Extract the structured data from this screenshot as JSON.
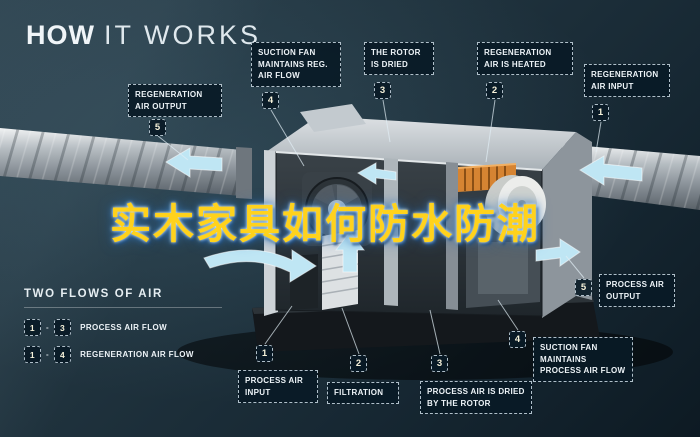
{
  "title": {
    "word_bold": "HOW",
    "word_light": "IT WORKS"
  },
  "watermark": {
    "text": "实木家具如何防水防潮"
  },
  "legend": {
    "title": "TWO FLOWS OF AIR",
    "rows": [
      {
        "from": "1",
        "sep": "-",
        "to": "3",
        "label": "PROCESS AIR FLOW"
      },
      {
        "from": "1",
        "sep": "-",
        "to": "4",
        "label": "REGENERATION AIR FLOW"
      }
    ]
  },
  "callouts": [
    {
      "number": "5",
      "label": "REGENERATION AIR OUTPUT"
    },
    {
      "number": "4",
      "label": "SUCTION FAN MAINTAINS REG. AIR FLOW"
    },
    {
      "number": "3",
      "label": "THE ROTOR IS DRIED"
    },
    {
      "number": "2",
      "label": "REGENERATION AIR IS HEATED"
    },
    {
      "number": "1",
      "label": "REGENERATION AIR INPUT"
    },
    {
      "number": "1",
      "label": "PROCESS AIR INPUT"
    },
    {
      "number": "2",
      "label": "FILTRATION"
    },
    {
      "number": "3",
      "label": "PROCESS AIR IS DRIED BY THE ROTOR"
    },
    {
      "number": "4",
      "label": "SUCTION FAN MAINTAINS PROCESS AIR FLOW"
    },
    {
      "number": "5",
      "label": "PROCESS AIR OUTPUT"
    }
  ],
  "colors": {
    "background": "#162732",
    "arrow_blue": "#bfe6f4",
    "watermark_yellow": "#ffd21c",
    "watermark_glow": "#2e6fae",
    "heater_orange": "#d68432",
    "callout_bg": "#091a26",
    "callout_border": "#cedde7",
    "text": "#edf3f7"
  }
}
